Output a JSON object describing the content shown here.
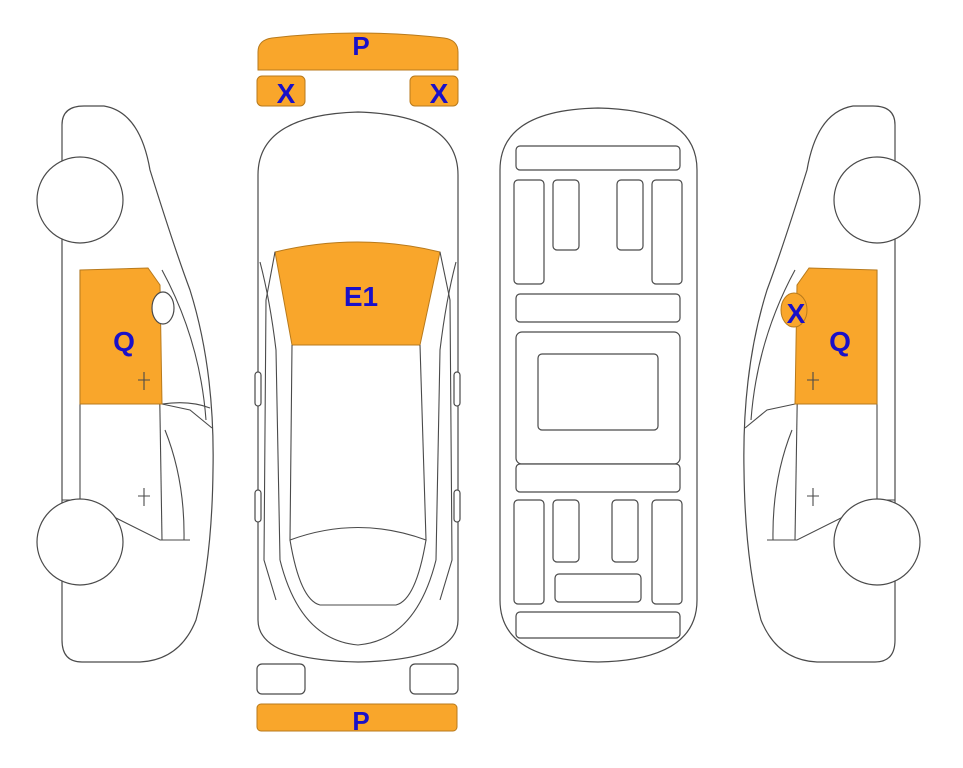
{
  "colors": {
    "damage_fill": "#f9a62b",
    "damage_stroke": "#b87a1c",
    "label": "#1a10c8",
    "outline": "#4a4a4a"
  },
  "labels": {
    "front_bumper": "P",
    "left_mirror": "X",
    "right_mirror": "X",
    "windshield": "E1",
    "rear_bumper": "P",
    "left_front_door": "Q",
    "right_front_door": "Q",
    "right_side_mirror": "X"
  }
}
